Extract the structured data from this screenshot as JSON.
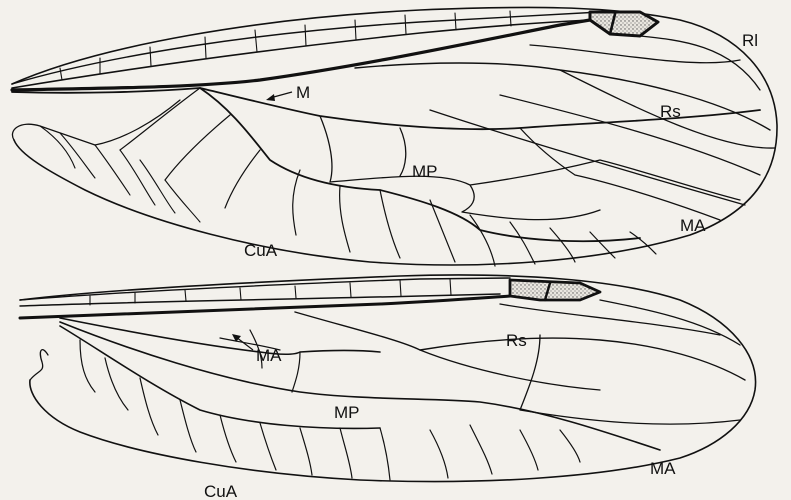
{
  "figure": {
    "background": "#f3f1ec",
    "ink": "#111111",
    "stigma_fill": "#bdbab2"
  },
  "forewing": {
    "labels": {
      "rl": "Rl",
      "m": "M",
      "rs": "Rs",
      "mp": "MP",
      "ma": "MA",
      "cua": "CuA"
    }
  },
  "hindwing": {
    "labels": {
      "ma_inner": "MA",
      "rs": "Rs",
      "mp": "MP",
      "ma": "MA",
      "cua": "CuA"
    }
  }
}
